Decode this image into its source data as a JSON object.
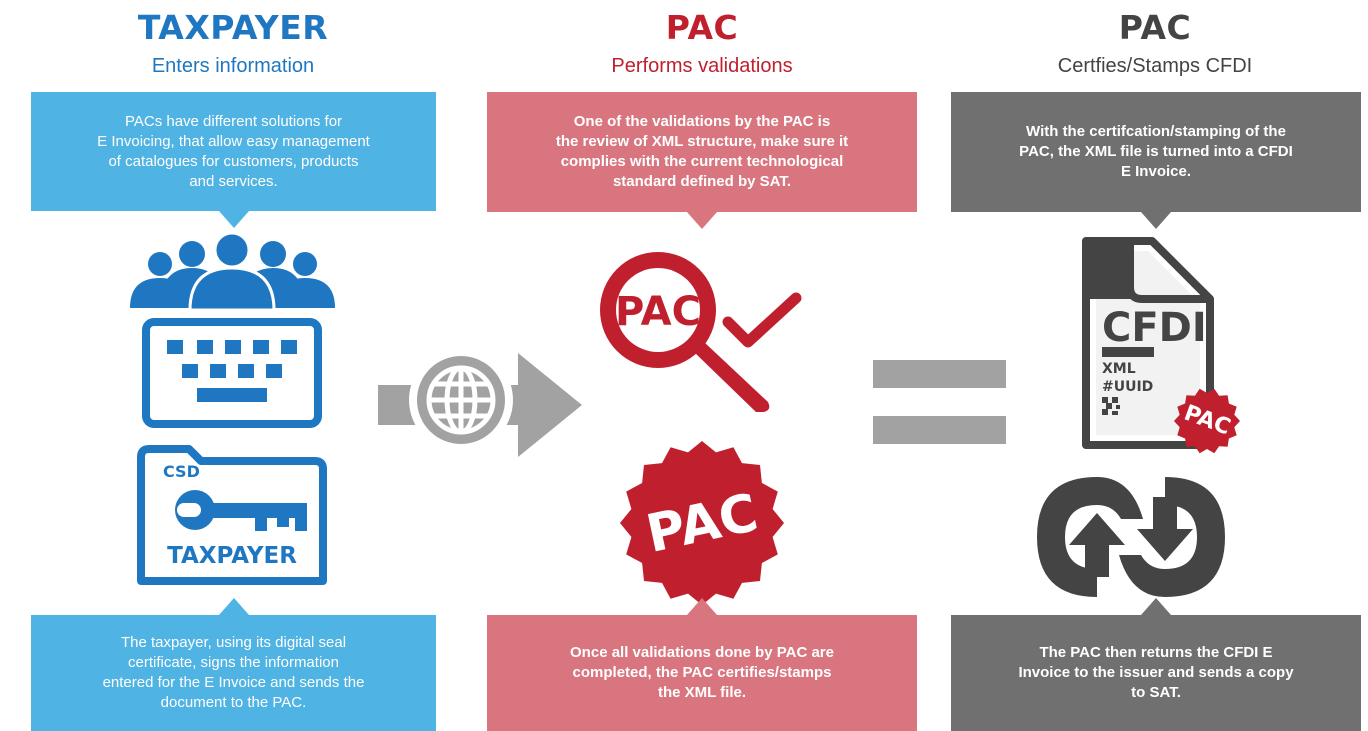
{
  "colors": {
    "blue": "#1f77c2",
    "light_blue": "#4fb3e3",
    "red": "#c0202e",
    "pink": "#d9757e",
    "dark_gray": "#444444",
    "gray": "#707070",
    "arrow_gray": "#a2a2a2"
  },
  "columns": [
    {
      "title": "TAXPAYER",
      "subtitle": "Enters information",
      "top_box": "PACs have different solutions for\nE Invoicing, that  allow easy management\nof catalogues for customers, products\nand services.",
      "bottom_box": "The taxpayer, using its digital seal\ncertificate, signs the information\nentered for the E Invoice and sends the\ndocument to the PAC."
    },
    {
      "title": "PAC",
      "subtitle": "Performs validations",
      "top_box": "One of the validations by the PAC is\nthe review of XML structure, make sure it\ncomplies with the current technological\nstandard defined by SAT.",
      "bottom_box": "Once all validations done by PAC are\ncompleted, the PAC certifies/stamps\nthe XML file."
    },
    {
      "title": "PAC",
      "subtitle": "Certfies/Stamps CFDI",
      "top_box": "With the certifcation/stamping of the\nPAC, the XML file is turned into a CFDI\nE Invoice.",
      "bottom_box": "The PAC then returns the CFDI E\nInvoice to the issuer and sends a copy\nto SAT."
    }
  ],
  "icons": {
    "users": "users-icon",
    "keyboard": "keyboard-icon",
    "folder": "folder-key-icon",
    "globe": "globe-icon",
    "magnifier": "magnifier-check-icon",
    "seal": "seal-icon",
    "document": "document-icon",
    "cycle": "cycle-arrows-icon"
  },
  "folder_label": "CSD",
  "folder_caption": "TAXPAYER",
  "magnifier_label": "PAC",
  "seal_label": "PAC",
  "doc_title": "CFDI",
  "doc_line1": "XML",
  "doc_line2": "#UUID",
  "doc_badge": "PAC"
}
